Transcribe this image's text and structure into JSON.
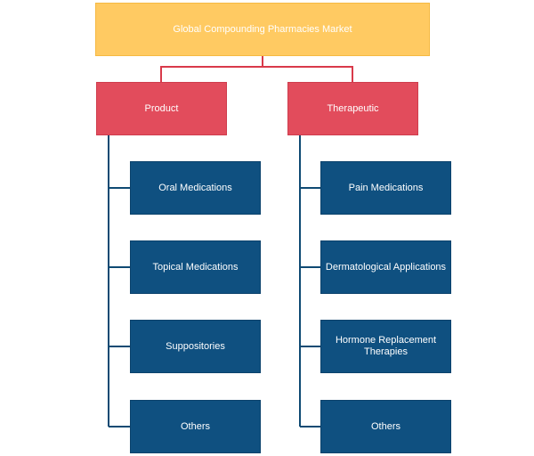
{
  "diagram": {
    "root": {
      "label": "Global Compounding Pharmacies Market"
    },
    "categories": [
      {
        "label": "Product",
        "items": [
          "Oral Medications",
          "Topical Medications",
          "Suppositories",
          "Others"
        ]
      },
      {
        "label": "Therapeutic",
        "items": [
          "Pain Medications",
          "Dermatological Applications",
          "Hormone Replacement Therapies",
          "Others"
        ]
      }
    ],
    "colors": {
      "root": "#ffca62",
      "category": "#e24c5c",
      "leaf": "#0f5080",
      "root_connector": "#d93a4a",
      "branch_connector": "#0f4a73"
    }
  }
}
